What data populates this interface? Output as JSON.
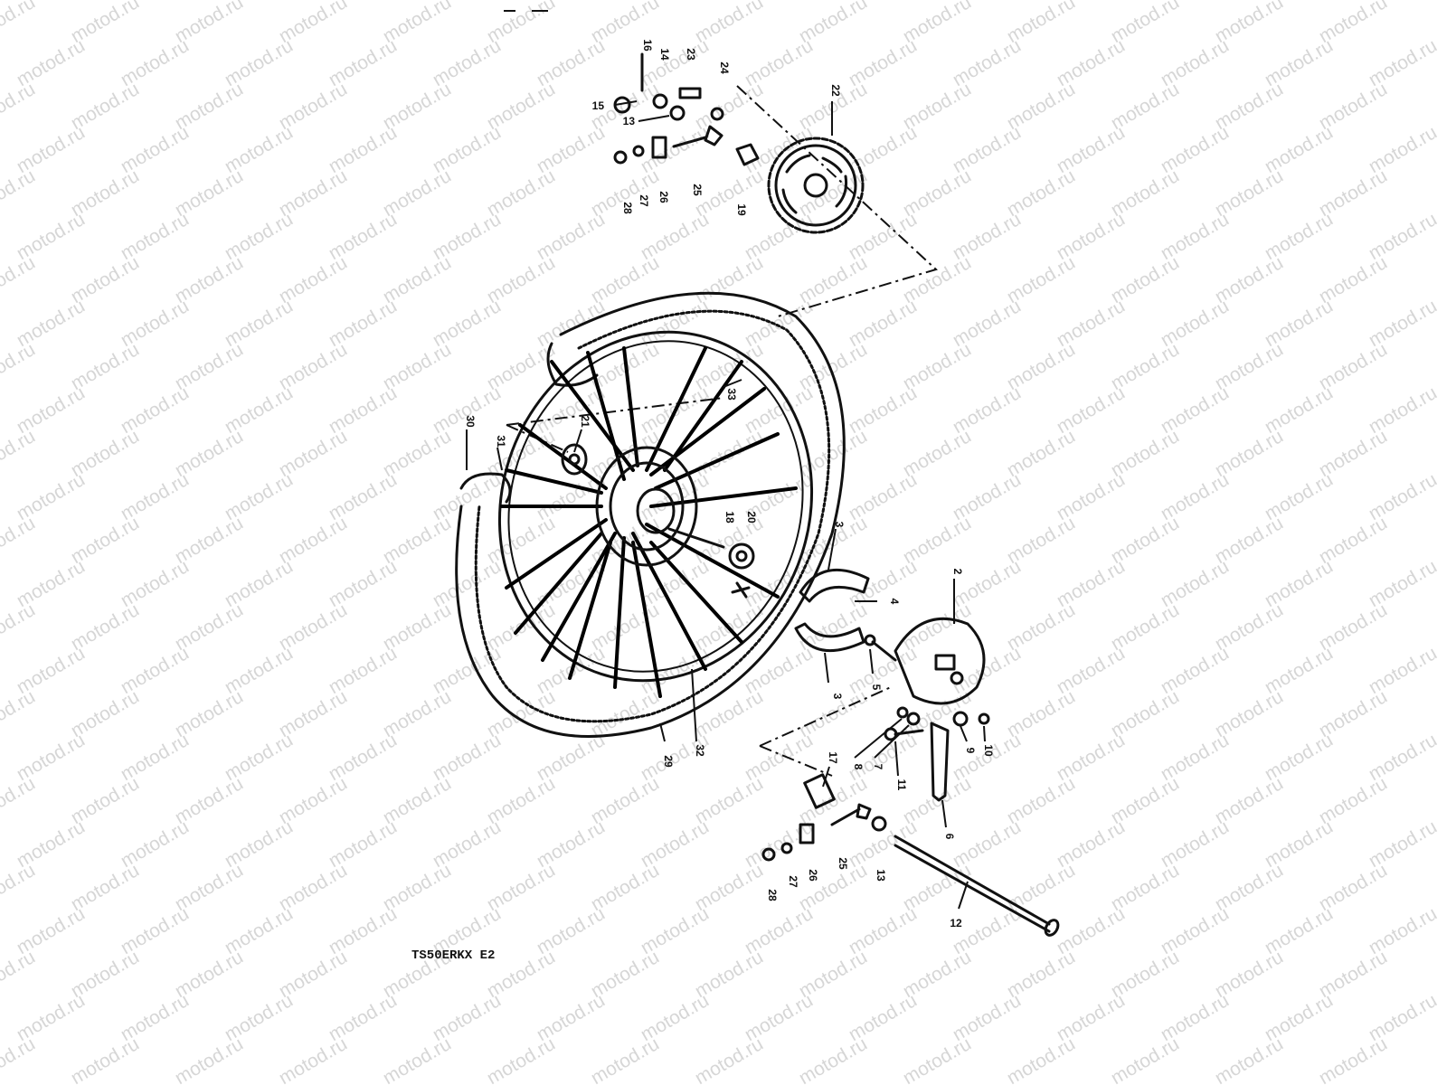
{
  "diagram": {
    "watermark": "motod.ru",
    "model_label": "TS50ERKX E2",
    "part_labels": [
      "16",
      "14",
      "23",
      "24",
      "22",
      "15",
      "13",
      "28",
      "27",
      "26",
      "25",
      "19",
      "33",
      "30",
      "21",
      "31",
      "18",
      "20",
      "3",
      "4",
      "2",
      "5",
      "8",
      "7",
      "9",
      "10",
      "11",
      "6",
      "17",
      "29",
      "32",
      "26",
      "25",
      "13",
      "28",
      "27",
      "12",
      "3"
    ]
  }
}
